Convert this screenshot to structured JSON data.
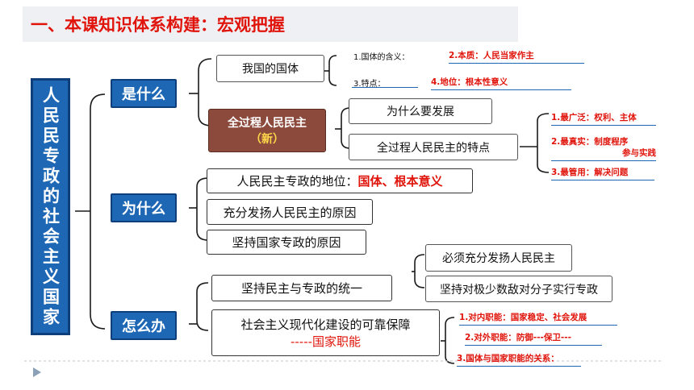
{
  "slide": {
    "title": "一、本课知识体系构建：宏观把握",
    "vertical_title": "人民民专政的社会主义国家",
    "categories": [
      "是什么",
      "为什么",
      "怎么办"
    ],
    "what": {
      "guoti": "我国的国体",
      "notes": {
        "n1": "1.国体的含义：",
        "n2": "2.本质：人民当家作主",
        "n3": "3.特点：",
        "n4": "4.地位：根本性意义"
      },
      "whole_process_line1": "全过程人民民主",
      "whole_process_line2": "（新）",
      "why_develop": "为什么要发展",
      "features": "全过程人民民主的特点",
      "feature_notes": {
        "f1": "1.最广泛：权利、主体",
        "f2a": "2.最真实：制度程序",
        "f2b": "参与实践",
        "f3": "3.最管用：解决问题"
      }
    },
    "why": {
      "status_prefix": "人民民主专政的地位：",
      "status_red": "国体、根本意义",
      "reason1": "充分发扬人民民主的原因",
      "reason2": "坚持国家专政的原因"
    },
    "how": {
      "unity": "坚持民主与专政的统一",
      "unity_sub1": "必须充分发扬人民民主",
      "unity_sub2": "坚持对极少数敌对分子实行专政",
      "guarantee_line1": "社会主义现代化建设的可靠保障",
      "guarantee_line2": "-----国家职能",
      "function_notes": {
        "g1": "1.对内职能：国家稳定、社会发展",
        "g2": "2.对外职能：防御---保卫---",
        "g3": "3.国体与国家职能的关系："
      }
    },
    "colors": {
      "title_red": "#e0140b",
      "box_blue": "#1d67b5",
      "brown": "#8b4a3b"
    }
  }
}
